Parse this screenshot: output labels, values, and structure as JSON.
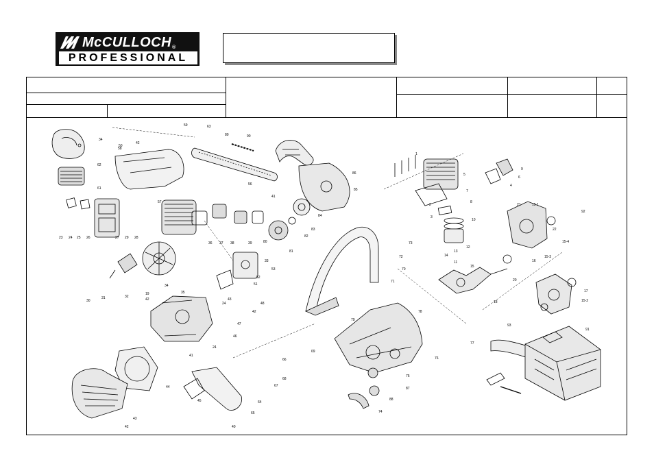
{
  "logo": {
    "brand_top": "McCULLOCH",
    "brand_bottom": "PROFESSIONAL",
    "registered": "®"
  },
  "part_labels": [
    {
      "id": "p-34",
      "text": "34"
    },
    {
      "id": "p-62",
      "text": "62"
    },
    {
      "id": "p-61",
      "text": "61"
    },
    {
      "id": "p-50",
      "text": "50"
    },
    {
      "id": "p-42a",
      "text": "42"
    },
    {
      "id": "p-59",
      "text": "59"
    },
    {
      "id": "p-63",
      "text": "63"
    },
    {
      "id": "p-89",
      "text": "89"
    },
    {
      "id": "p-90",
      "text": "90"
    },
    {
      "id": "p-86",
      "text": "86"
    },
    {
      "id": "p-85",
      "text": "85"
    },
    {
      "id": "p-56",
      "text": "56"
    },
    {
      "id": "p-58",
      "text": "58"
    },
    {
      "id": "p-57",
      "text": "57"
    },
    {
      "id": "p-28",
      "text": "28"
    },
    {
      "id": "p-23",
      "text": "23"
    },
    {
      "id": "p-24",
      "text": "24"
    },
    {
      "id": "p-25",
      "text": "25"
    },
    {
      "id": "p-26",
      "text": "26"
    },
    {
      "id": "p-27",
      "text": "27"
    },
    {
      "id": "p-29",
      "text": "29"
    },
    {
      "id": "p-36",
      "text": "36"
    },
    {
      "id": "p-37",
      "text": "37"
    },
    {
      "id": "p-38",
      "text": "38"
    },
    {
      "id": "p-39",
      "text": "39"
    },
    {
      "id": "p-41",
      "text": "41"
    },
    {
      "id": "p-84",
      "text": "84"
    },
    {
      "id": "p-83",
      "text": "83"
    },
    {
      "id": "p-82",
      "text": "82"
    },
    {
      "id": "p-81",
      "text": "81"
    },
    {
      "id": "p-80",
      "text": "80"
    },
    {
      "id": "p-33",
      "text": "33"
    },
    {
      "id": "p-53",
      "text": "53"
    },
    {
      "id": "p-52",
      "text": "52"
    },
    {
      "id": "p-51",
      "text": "51"
    },
    {
      "id": "p-30",
      "text": "30"
    },
    {
      "id": "p-31",
      "text": "31"
    },
    {
      "id": "p-32",
      "text": "32"
    },
    {
      "id": "p-19",
      "text": "19"
    },
    {
      "id": "p-34b",
      "text": "34"
    },
    {
      "id": "p-35",
      "text": "35"
    },
    {
      "id": "p-42b",
      "text": "42"
    },
    {
      "id": "p-24b",
      "text": "24"
    },
    {
      "id": "p-43",
      "text": "43"
    },
    {
      "id": "p-46",
      "text": "46"
    },
    {
      "id": "p-47",
      "text": "47"
    },
    {
      "id": "p-48",
      "text": "48"
    },
    {
      "id": "p-42c",
      "text": "42"
    },
    {
      "id": "p-24c",
      "text": "24"
    },
    {
      "id": "p-41b",
      "text": "41"
    },
    {
      "id": "p-44",
      "text": "44"
    },
    {
      "id": "p-45",
      "text": "45"
    },
    {
      "id": "p-66",
      "text": "66"
    },
    {
      "id": "p-65",
      "text": "65"
    },
    {
      "id": "p-64",
      "text": "64"
    },
    {
      "id": "p-40",
      "text": "40"
    },
    {
      "id": "p-43b",
      "text": "43"
    },
    {
      "id": "p-42d",
      "text": "42"
    },
    {
      "id": "p-73",
      "text": "73"
    },
    {
      "id": "p-72",
      "text": "72"
    },
    {
      "id": "p-71",
      "text": "71"
    },
    {
      "id": "p-70",
      "text": "70"
    },
    {
      "id": "p-79",
      "text": "79"
    },
    {
      "id": "p-78",
      "text": "78"
    },
    {
      "id": "p-77",
      "text": "77"
    },
    {
      "id": "p-76",
      "text": "76"
    },
    {
      "id": "p-75",
      "text": "75"
    },
    {
      "id": "p-87",
      "text": "87"
    },
    {
      "id": "p-88",
      "text": "88"
    },
    {
      "id": "p-74",
      "text": "74"
    },
    {
      "id": "p-69",
      "text": "69"
    },
    {
      "id": "p-67",
      "text": "67"
    },
    {
      "id": "p-68",
      "text": "68"
    },
    {
      "id": "p-1",
      "text": "1"
    },
    {
      "id": "p-5",
      "text": "5"
    },
    {
      "id": "p-7",
      "text": "7"
    },
    {
      "id": "p-2",
      "text": "2"
    },
    {
      "id": "p-3",
      "text": "3"
    },
    {
      "id": "p-8",
      "text": "8"
    },
    {
      "id": "p-6",
      "text": "6"
    },
    {
      "id": "p-4",
      "text": "4"
    },
    {
      "id": "p-9",
      "text": "9"
    },
    {
      "id": "p-10",
      "text": "10"
    },
    {
      "id": "p-11",
      "text": "11"
    },
    {
      "id": "p-12",
      "text": "12"
    },
    {
      "id": "p-13",
      "text": "13"
    },
    {
      "id": "p-14",
      "text": "14"
    },
    {
      "id": "p-15",
      "text": "15"
    },
    {
      "id": "p-16",
      "text": "16"
    },
    {
      "id": "p-17",
      "text": "17"
    },
    {
      "id": "p-18",
      "text": "18"
    },
    {
      "id": "p-20",
      "text": "20"
    },
    {
      "id": "p-21",
      "text": "21"
    },
    {
      "id": "p-22",
      "text": "22"
    },
    {
      "id": "p-15-1",
      "text": "15-1"
    },
    {
      "id": "p-15-2",
      "text": "15-2"
    },
    {
      "id": "p-15-3",
      "text": "15-3"
    },
    {
      "id": "p-15-4",
      "text": "15-4"
    },
    {
      "id": "p-92",
      "text": "92"
    },
    {
      "id": "p-93",
      "text": "93"
    },
    {
      "id": "p-91",
      "text": "91"
    }
  ]
}
